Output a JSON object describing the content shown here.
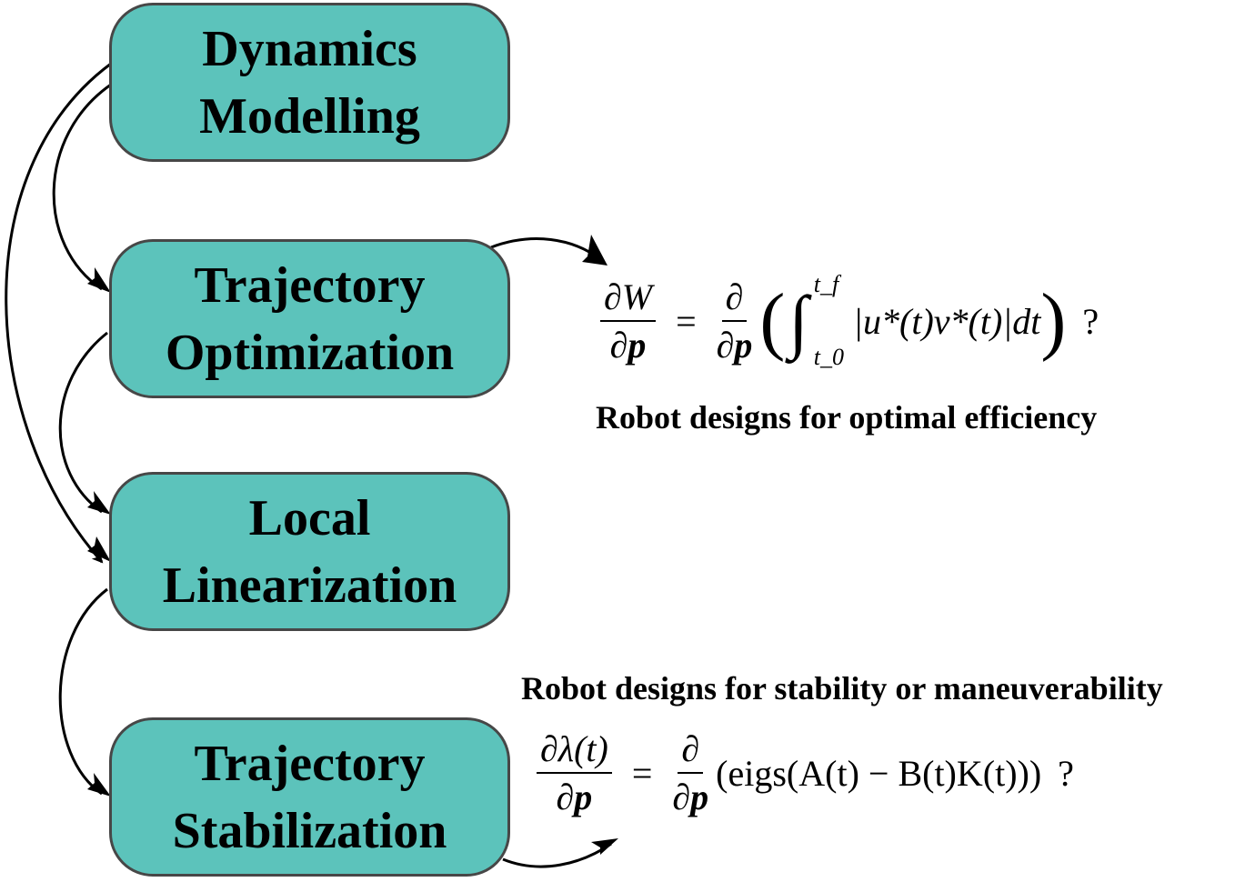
{
  "boxes": [
    {
      "line1": "Dynamics",
      "line2": "Modelling"
    },
    {
      "line1": "Trajectory",
      "line2": "Optimization"
    },
    {
      "line1": "Local",
      "line2": "Linearization"
    },
    {
      "line1": "Trajectory",
      "line2": "Stabilization"
    }
  ],
  "efficiency": {
    "caption": "Robot designs for optimal efficiency",
    "lhs_num": "∂W",
    "lhs_den": "∂p",
    "eq": "=",
    "rhs_num": "∂",
    "rhs_den": "∂p",
    "upper": "t_f",
    "lower": "t_0",
    "integrand": "|u*(t)v*(t)|dt",
    "question": "?"
  },
  "stability": {
    "caption": "Robot designs for stability or maneuverability",
    "lhs_num": "∂λ(t)",
    "lhs_den": "∂p",
    "eq": "=",
    "rhs_num": "∂",
    "rhs_den": "∂p",
    "expr": "(eigs(A(t) − B(t)K(t)))",
    "question": "?"
  },
  "colors": {
    "box_fill": "#5cc3bb",
    "box_border": "#474747"
  }
}
